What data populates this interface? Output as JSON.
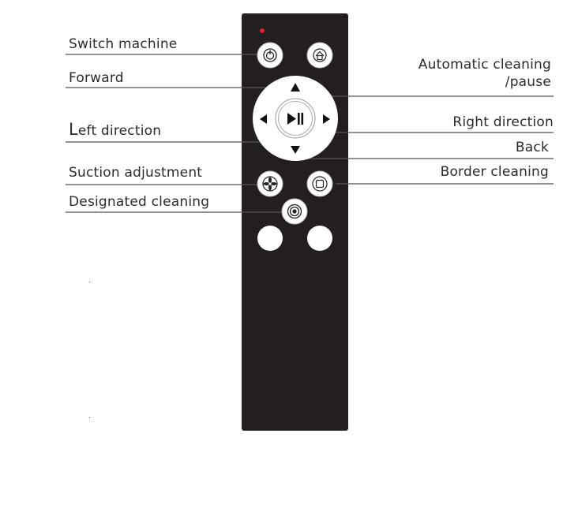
{
  "labels": {
    "switch_machine": "Switch machine",
    "forward": "Forward",
    "left_direction": "Left direction",
    "suction_adjustment": "Suction adjustment",
    "designated_cleaning": "Designated cleaning",
    "automatic_cleaning_line1": "Automatic cleaning",
    "automatic_cleaning_line2": "/pause",
    "right_direction": "Right direction",
    "back": "Back",
    "border_cleaning": "Border cleaning"
  },
  "colors": {
    "remote_body": "#231f20",
    "button": "#ffffff",
    "led": "#e01f26",
    "leader_line": "#555555"
  },
  "icons": {
    "power": "power-icon",
    "home": "home-icon",
    "play_pause": "play-pause-icon",
    "fan": "fan-icon",
    "border": "square-icon",
    "spot": "target-icon"
  }
}
